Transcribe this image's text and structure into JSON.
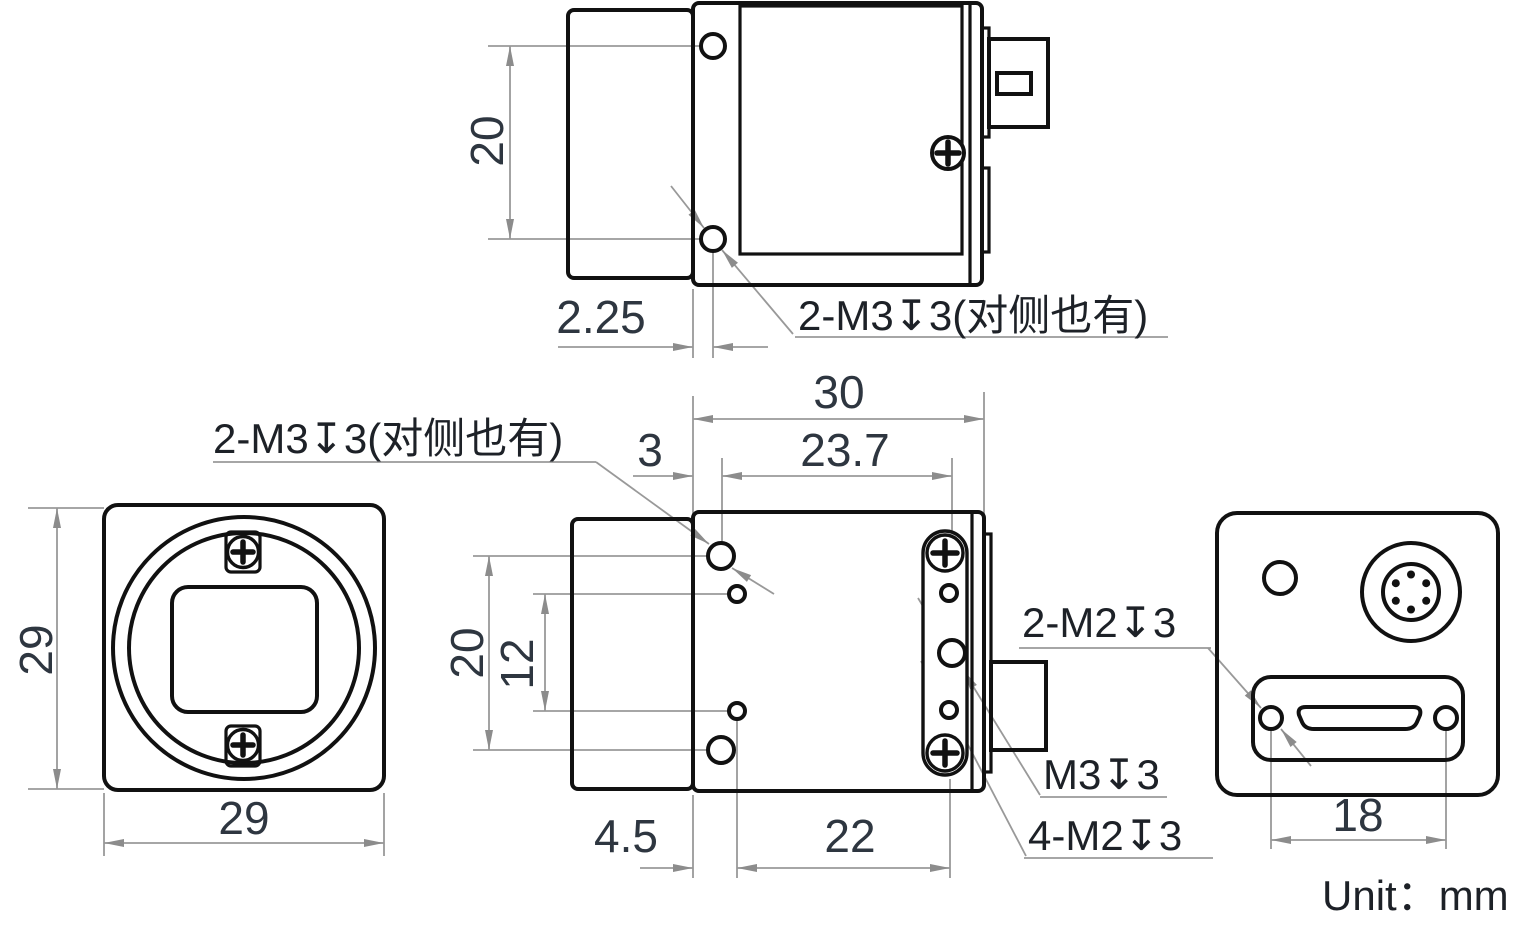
{
  "unit_note": "Unit：mm",
  "top_view": {
    "dim_hole_spacing": "20",
    "dim_hole_offset": "2.25",
    "label_thread": "2-M3↧3(对侧也有)"
  },
  "front_view": {
    "dim_height": "29",
    "dim_width": "29"
  },
  "side_view": {
    "dim_width": "30",
    "dim_rear_holes": "23.7",
    "dim_front_hole": "3",
    "dim_m3_spacing": "20",
    "dim_m2_spacing": "12",
    "dim_bottom_front": "4.5",
    "dim_bottom_span": "22",
    "label_thread_side": "2-M3↧3(对侧也有)",
    "label_thread_m3": "M3↧3",
    "label_thread_m2": "4-M2↧3"
  },
  "back_view": {
    "dim_connector_holes": "18",
    "label_thread_m2": "2-M2↧3"
  }
}
